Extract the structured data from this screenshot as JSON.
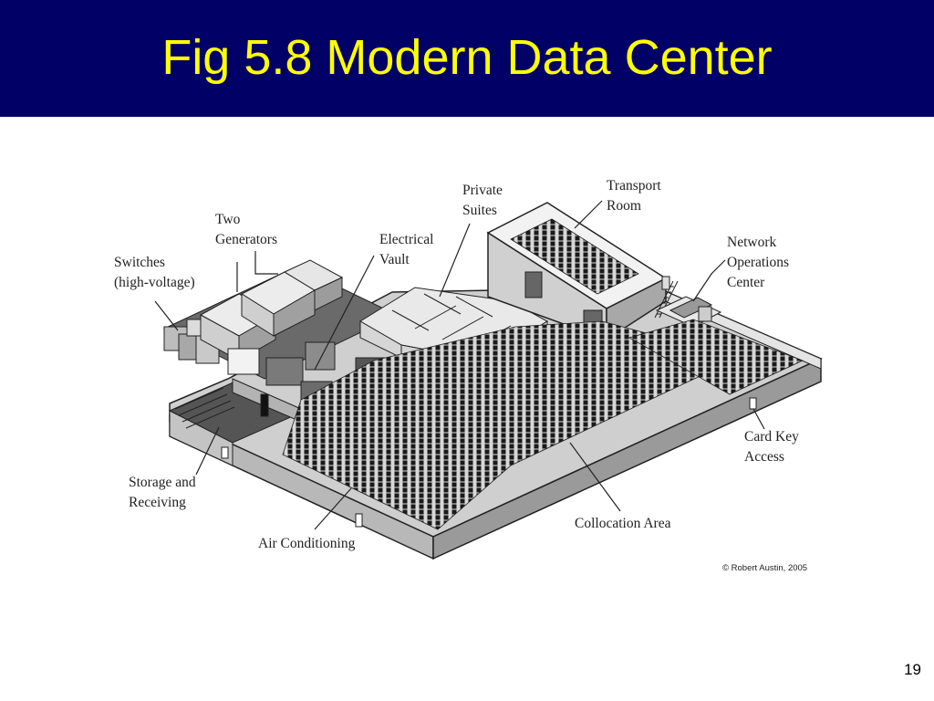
{
  "slide": {
    "title": "Fig 5.8 Modern Data Center",
    "page_number": "19"
  },
  "colors": {
    "title_bar": "#000066",
    "title_text": "#ffff00"
  },
  "diagram": {
    "labels": {
      "transport_room": [
        "Transport",
        "Room"
      ],
      "private_suites": [
        "Private",
        "Suites"
      ],
      "two_generators": [
        "Two",
        "Generators"
      ],
      "electrical_vault": [
        "Electrical",
        "Vault"
      ],
      "switches": [
        "Switches",
        "(high-voltage)"
      ],
      "network_operations_center": [
        "Network",
        "Operations",
        "Center"
      ],
      "card_key_access": [
        "Card Key",
        "Access"
      ],
      "storage_and_receiving": [
        "Storage and",
        "Receiving"
      ],
      "collocation_area": "Collocation Area",
      "air_conditioning": "Air Conditioning"
    },
    "copyright": "© Robert Austin, 2005"
  }
}
